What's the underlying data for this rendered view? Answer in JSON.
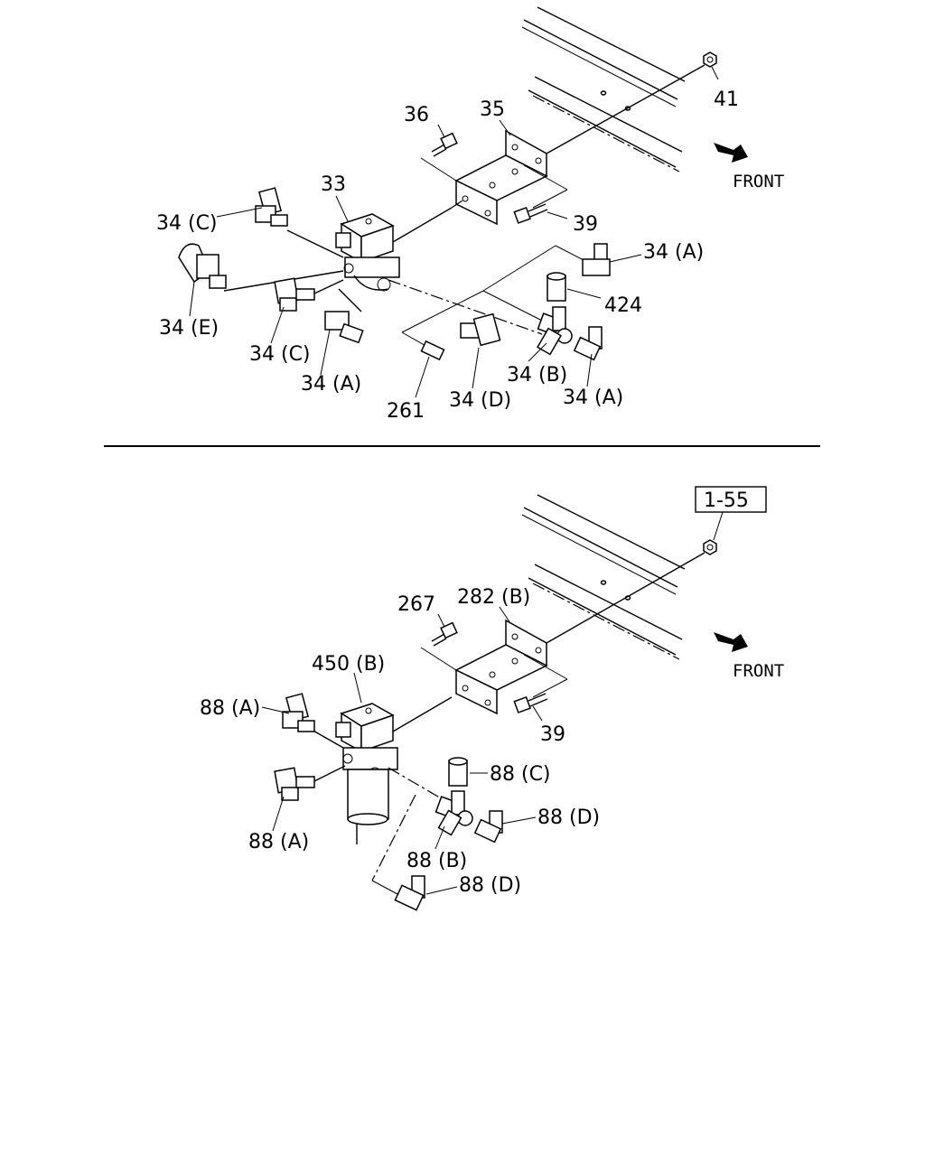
{
  "top_section": {
    "labels": {
      "p41": "41",
      "p36": "36",
      "p35": "35",
      "p33": "33",
      "p34c_1": "34 (C)",
      "p34e": "34 (E)",
      "p34c_2": "34 (C)",
      "p34a_1": "34 (A)",
      "p39": "39",
      "p34a_2": "34 (A)",
      "p424": "424",
      "p34b": "34 (B)",
      "p34a_3": "34 (A)",
      "p34d": "34 (D)",
      "p261": "261"
    },
    "front_label": "FRONT"
  },
  "bottom_section": {
    "ref_box": "1-55",
    "labels": {
      "p267": "267",
      "p282b": "282 (B)",
      "p450b": "450 (B)",
      "p88a_1": "88 (A)",
      "p39": "39",
      "p88c": "88 (C)",
      "p88d_1": "88 (D)",
      "p88a_2": "88 (A)",
      "p88b": "88 (B)",
      "p88d_2": "88 (D)"
    },
    "front_label": "FRONT"
  }
}
